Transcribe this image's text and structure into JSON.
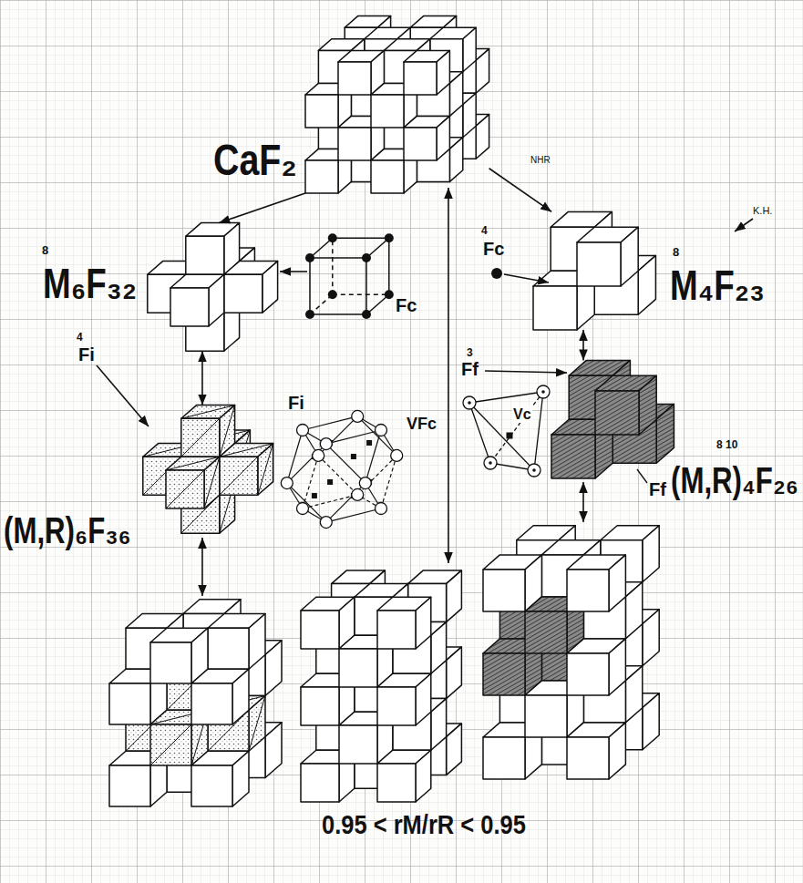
{
  "diagram": {
    "nodes": [
      {
        "text": [
          "CaF₂"
        ]
      },
      {
        "text": [
          "M₆F₃₂"
        ]
      },
      {
        "text": [
          "M₄F₂₃"
        ]
      },
      {
        "text": [
          "(M,R)₆F₃₆"
        ]
      },
      {
        "text": [
          "(M,R)₄F₂₆"
        ]
      }
    ],
    "edges": [
      {
        "from": 0,
        "to": 1,
        "arrow": "to"
      },
      {
        "from": 0,
        "to": 2,
        "arrow": "to"
      },
      {
        "from": 1,
        "to": 3,
        "arrow": "both"
      },
      {
        "from": 2,
        "to": 4,
        "arrow": "both"
      }
    ],
    "labels": [
      "NHR",
      "8",
      "Fc",
      "4",
      "Fc",
      "8",
      "K.H.",
      "4",
      "Fi",
      "Fi",
      "VFc",
      "3",
      "Ff",
      "Vc",
      "8 10",
      "Ff",
      "0.95 < rM/rR < 0.95"
    ]
  }
}
